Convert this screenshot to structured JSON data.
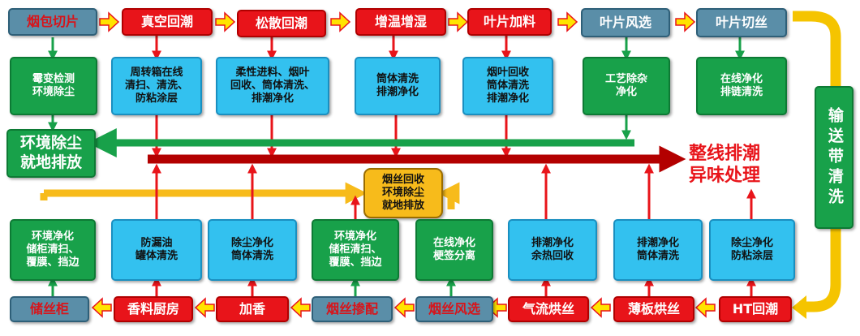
{
  "top_row": [
    "烟包切片",
    "真空回潮",
    "松散回潮",
    "增温增湿",
    "叶片加料",
    "叶片风选",
    "叶片切丝"
  ],
  "top_notes": [
    "霉变检测\n环境除尘",
    "周转箱在线\n清扫、清洗、\n防粘涂层",
    "柔性进料、烟叶\n回收、筒体清洗、\n排潮净化",
    "筒体清洗\n排潮净化",
    "烟叶回收\n筒体清洗\n排潮净化",
    "工艺除杂\n净化",
    "在线净化\n排链清洗"
  ],
  "conveyor": "输送带清洗",
  "env_dust": "环境除尘\n就地排放",
  "moisture_treatment": "整线排潮\n异味处理",
  "shred_recovery": "烟丝回收\n环境除尘\n就地排放",
  "bottom_row": [
    "储丝柜",
    "香料厨房",
    "加香",
    "烟丝掺配",
    "烟丝风选",
    "气流烘丝",
    "薄板烘丝",
    "HT回潮"
  ],
  "bottom_notes": [
    "环境净化\n储柜清扫、\n覆膜、挡边",
    "防漏油\n罐体清洗",
    "除尘净化\n筒体清洗",
    "环境净化\n储柜清扫、\n覆膜、挡边",
    "在线净化\n梗签分离",
    "排潮净化\n余热回收",
    "排潮净化\n筒体清洗",
    "除尘净化\n防粘涂层"
  ],
  "colors": {
    "red": "#e8141a",
    "steel": "#5a8ea8",
    "blue": "#33c1ef",
    "green": "#18a14a",
    "orange": "#f7bb1b",
    "yellow_arrow": "#ffe400"
  }
}
